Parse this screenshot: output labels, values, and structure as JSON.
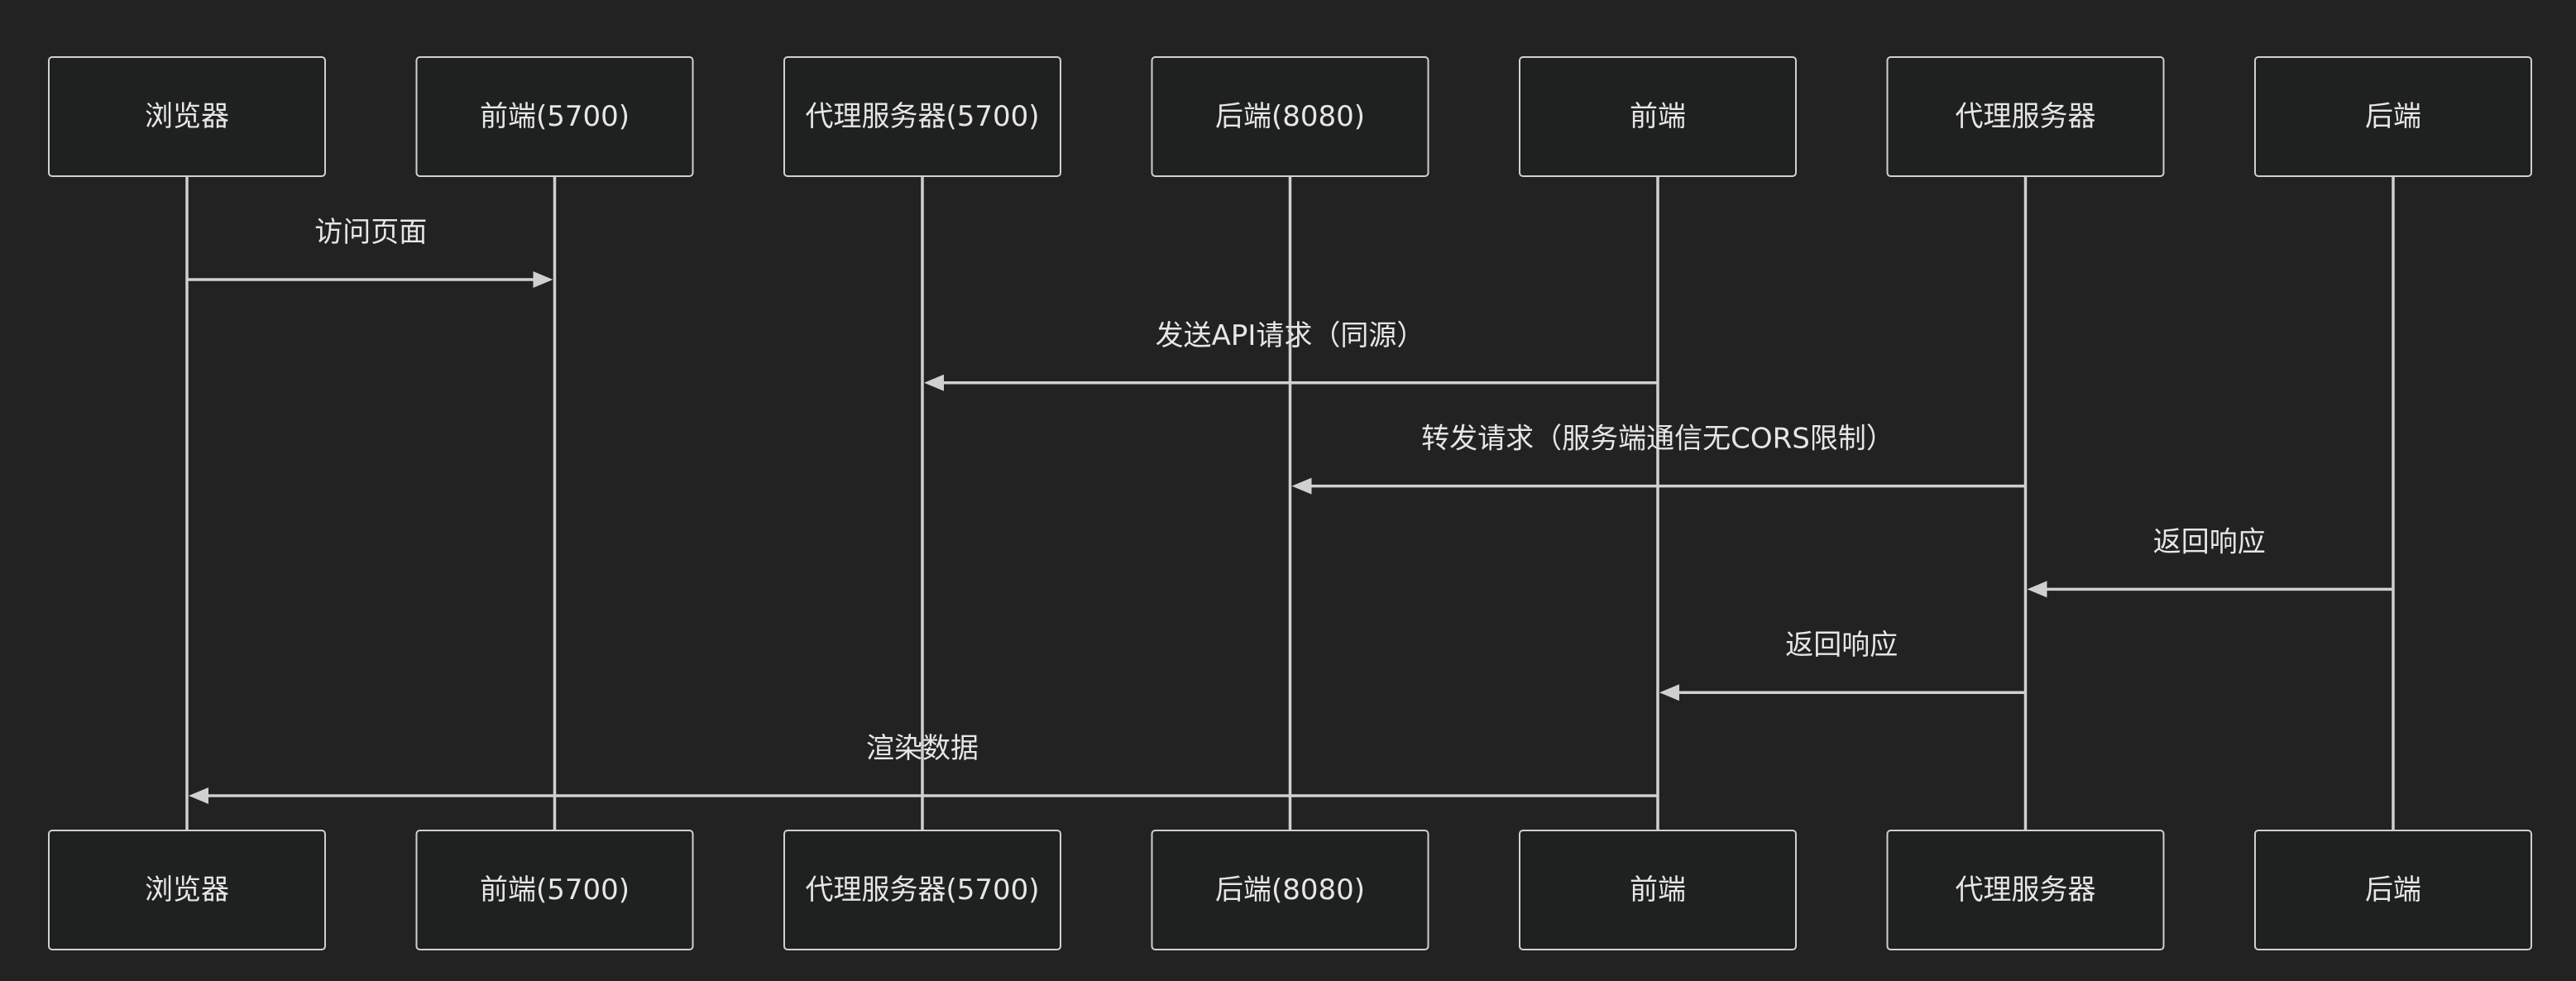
{
  "diagram": {
    "type": "sequence",
    "participants": [
      {
        "id": "browser",
        "label": "浏览器"
      },
      {
        "id": "frontend5700",
        "label": "前端(5700)"
      },
      {
        "id": "proxy5700",
        "label": "代理服务器(5700)"
      },
      {
        "id": "backend8080",
        "label": "后端(8080)"
      },
      {
        "id": "frontend",
        "label": "前端"
      },
      {
        "id": "proxy",
        "label": "代理服务器"
      },
      {
        "id": "backend",
        "label": "后端"
      }
    ],
    "messages": [
      {
        "from": "browser",
        "to": "frontend5700",
        "label": "访问页面"
      },
      {
        "from": "frontend",
        "to": "proxy5700",
        "label": "发送API请求（同源）"
      },
      {
        "from": "proxy",
        "to": "backend8080",
        "label": "转发请求（服务端通信无CORS限制）"
      },
      {
        "from": "backend",
        "to": "proxy",
        "label": "返回响应"
      },
      {
        "from": "proxy",
        "to": "frontend",
        "label": "返回响应"
      },
      {
        "from": "frontend",
        "to": "browser",
        "label": "渲染数据"
      }
    ]
  },
  "colors": {
    "background": "#222222",
    "box_fill": "#1f2020",
    "stroke": "#d0d0d0",
    "text": "#e6e6e6"
  }
}
